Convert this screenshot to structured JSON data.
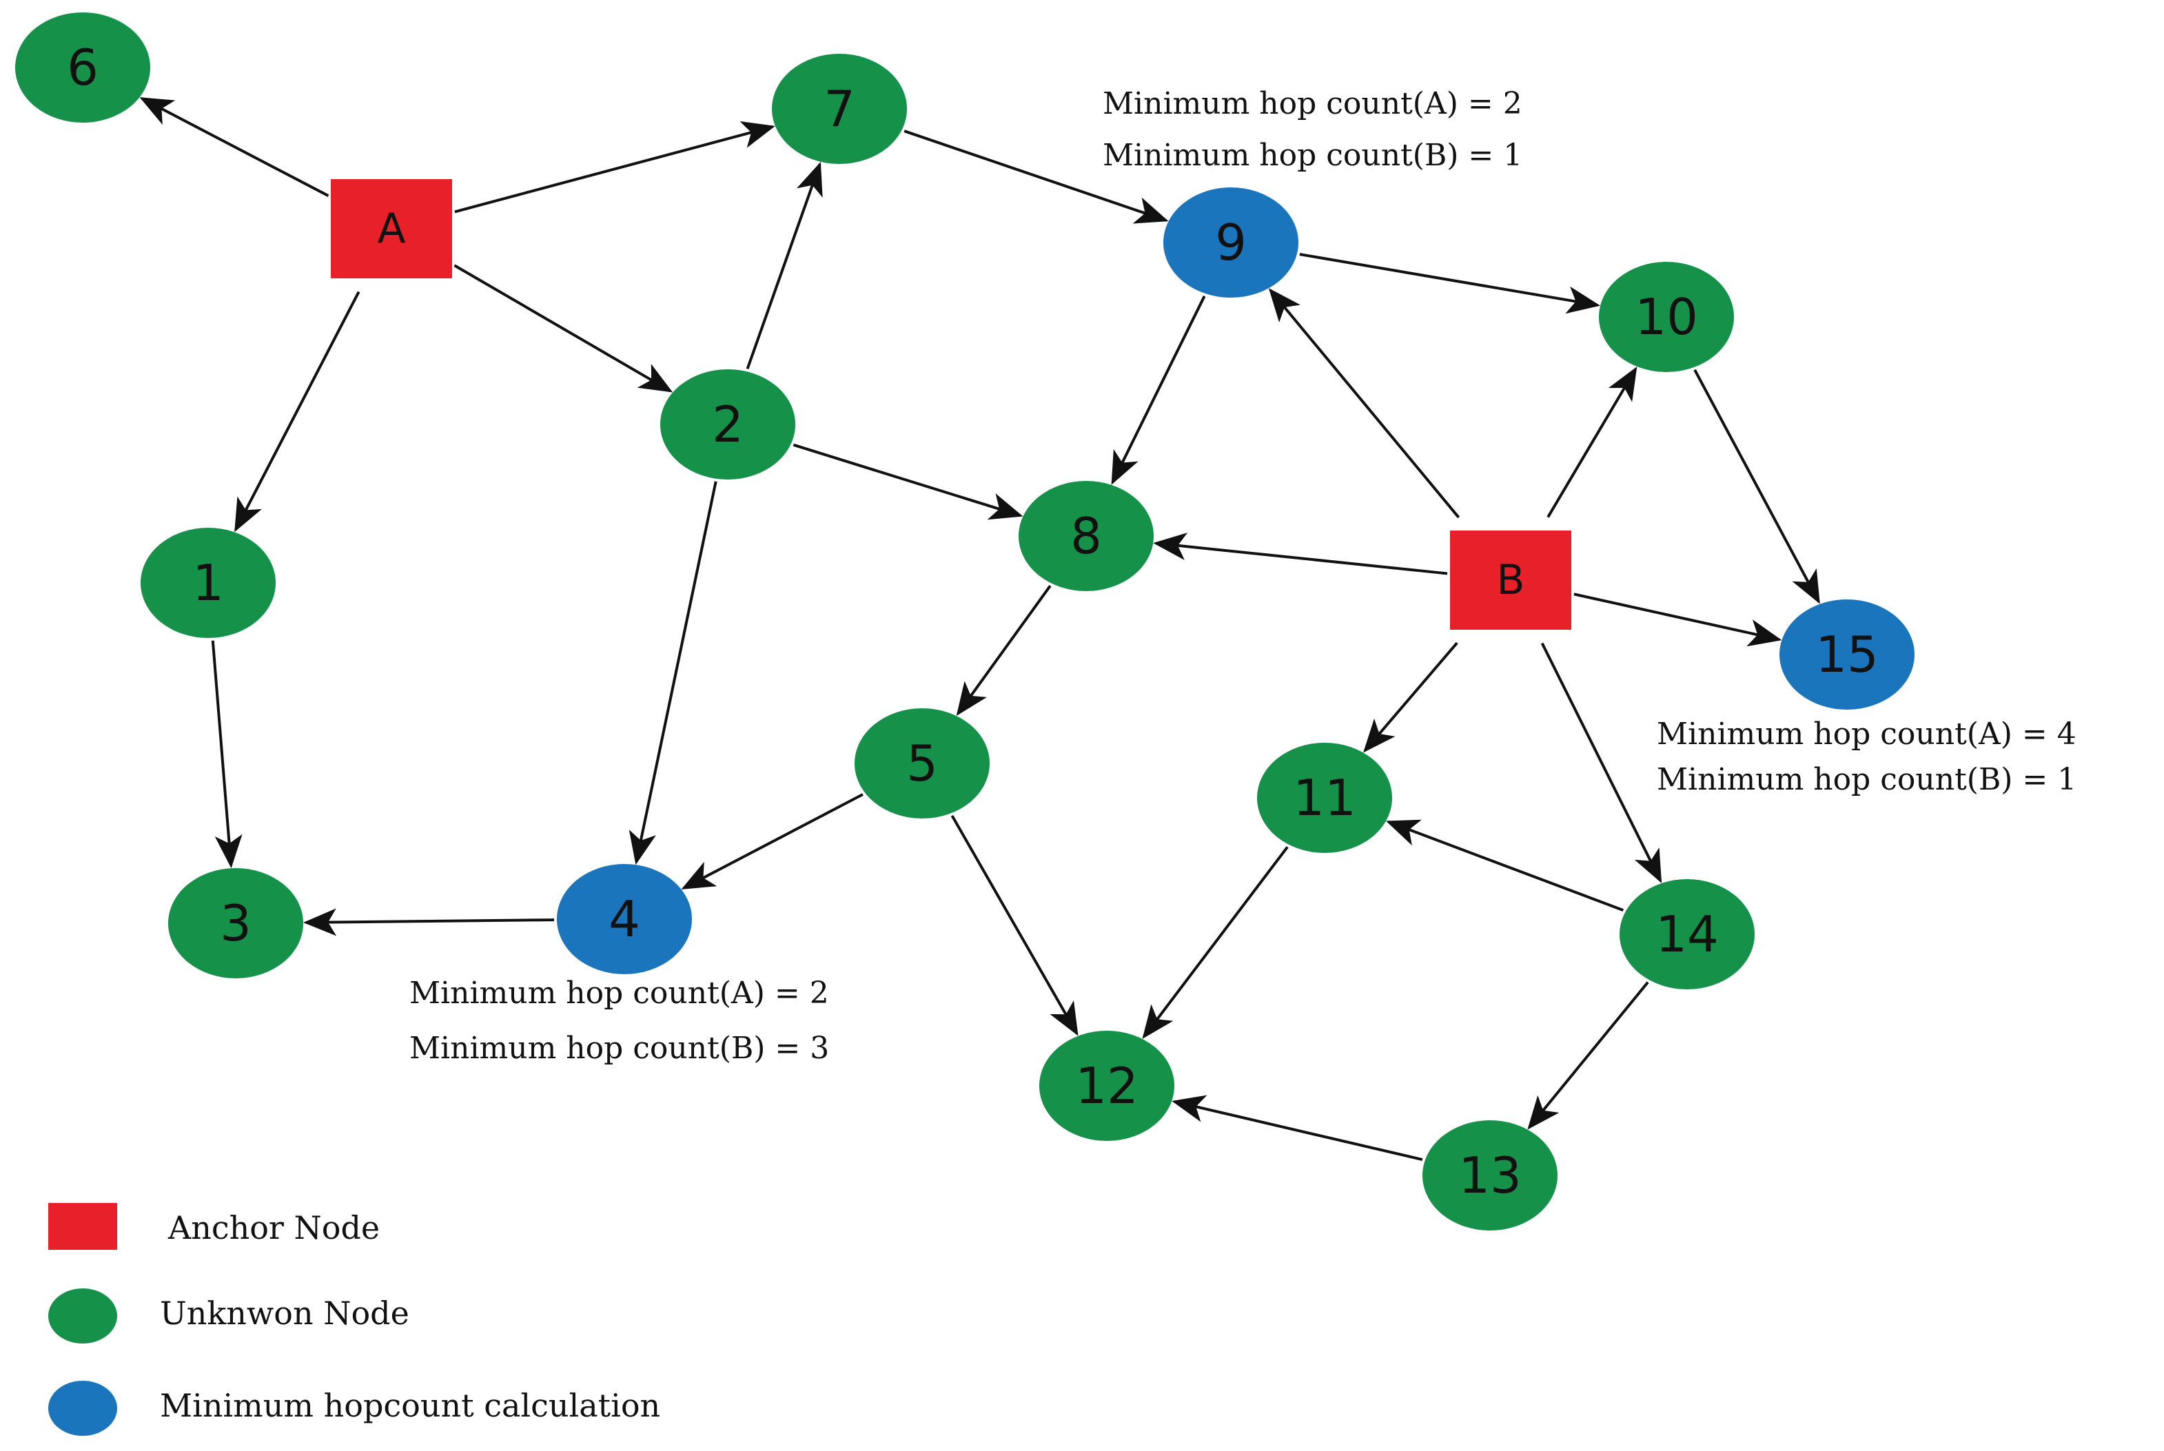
{
  "colors": {
    "anchor": "#e8202a",
    "unknown": "#15914a",
    "hop": "#1a75bc",
    "edge": "#111111"
  },
  "nodes": [
    {
      "id": "6",
      "kind": "unknown",
      "label": "6"
    },
    {
      "id": "7",
      "kind": "unknown",
      "label": "7"
    },
    {
      "id": "A",
      "kind": "anchor",
      "label": "A"
    },
    {
      "id": "9",
      "kind": "hop",
      "label": "9"
    },
    {
      "id": "10",
      "kind": "unknown",
      "label": "10"
    },
    {
      "id": "2",
      "kind": "unknown",
      "label": "2"
    },
    {
      "id": "1",
      "kind": "unknown",
      "label": "1"
    },
    {
      "id": "8",
      "kind": "unknown",
      "label": "8"
    },
    {
      "id": "B",
      "kind": "anchor",
      "label": "B"
    },
    {
      "id": "15",
      "kind": "hop",
      "label": "15"
    },
    {
      "id": "5",
      "kind": "unknown",
      "label": "5"
    },
    {
      "id": "11",
      "kind": "unknown",
      "label": "11"
    },
    {
      "id": "3",
      "kind": "unknown",
      "label": "3"
    },
    {
      "id": "4",
      "kind": "hop",
      "label": "4"
    },
    {
      "id": "14",
      "kind": "unknown",
      "label": "14"
    },
    {
      "id": "12",
      "kind": "unknown",
      "label": "12"
    },
    {
      "id": "13",
      "kind": "unknown",
      "label": "13"
    }
  ],
  "edges": [
    {
      "from": "A",
      "to": "6"
    },
    {
      "from": "A",
      "to": "7"
    },
    {
      "from": "A",
      "to": "2"
    },
    {
      "from": "A",
      "to": "1"
    },
    {
      "from": "7",
      "to": "9"
    },
    {
      "from": "2",
      "to": "7"
    },
    {
      "from": "2",
      "to": "8"
    },
    {
      "from": "2",
      "to": "4"
    },
    {
      "from": "1",
      "to": "3"
    },
    {
      "from": "9",
      "to": "10"
    },
    {
      "from": "9",
      "to": "8"
    },
    {
      "from": "B",
      "to": "9"
    },
    {
      "from": "B",
      "to": "10"
    },
    {
      "from": "B",
      "to": "8"
    },
    {
      "from": "B",
      "to": "15"
    },
    {
      "from": "B",
      "to": "11"
    },
    {
      "from": "B",
      "to": "14"
    },
    {
      "from": "10",
      "to": "15"
    },
    {
      "from": "8",
      "to": "5"
    },
    {
      "from": "5",
      "to": "4"
    },
    {
      "from": "5",
      "to": "12"
    },
    {
      "from": "4",
      "to": "3"
    },
    {
      "from": "11",
      "to": "12"
    },
    {
      "from": "14",
      "to": "11"
    },
    {
      "from": "14",
      "to": "13"
    },
    {
      "from": "13",
      "to": "12"
    }
  ],
  "annotations": {
    "node9": [
      "Minimum hop count(A) = 2",
      "Minimum hop count(B) = 1"
    ],
    "node15": [
      "Minimum hop count(A) = 4",
      "Minimum hop count(B) = 1"
    ],
    "node4": [
      "Minimum hop count(A) = 2",
      "Minimum hop count(B) = 3"
    ]
  },
  "legend": {
    "anchor": "Anchor Node",
    "unknown": "Unknwon Node",
    "hop": "Minimum hopcount calculation"
  }
}
